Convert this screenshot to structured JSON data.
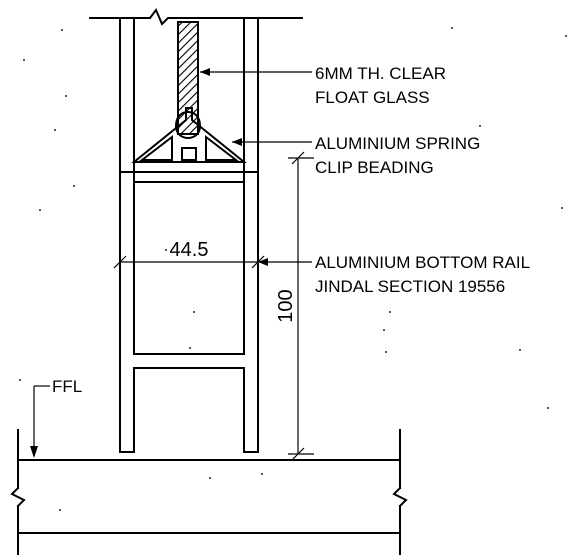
{
  "labels": {
    "glass_line1": "6MM TH. CLEAR",
    "glass_line2": "FLOAT GLASS",
    "beading_line1": "ALUMINIUM SPRING",
    "beading_line2": "CLIP BEADING",
    "rail_line1": "ALUMINIUM BOTTOM RAIL",
    "rail_line2": "JINDAL SECTION 19556",
    "ffl": "FFL"
  },
  "dimensions": {
    "width": "44.5",
    "height": "100"
  }
}
